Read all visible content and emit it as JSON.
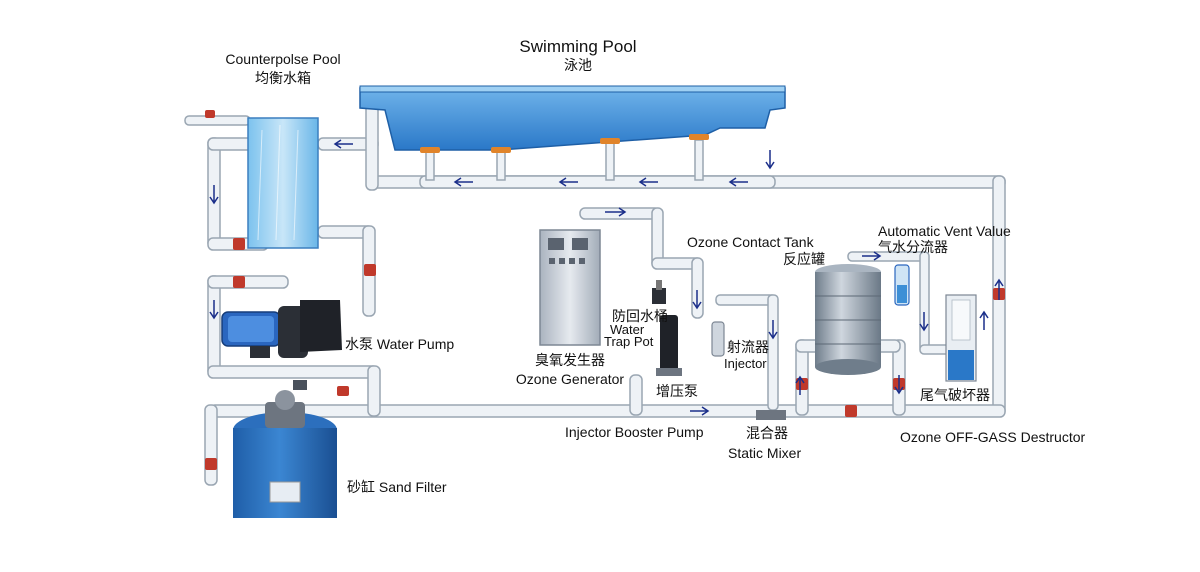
{
  "labels": {
    "swimming_pool_en": "Swimming  Pool",
    "swimming_pool_cn": "泳池",
    "counterpoise_en": "Counterpolse Pool",
    "counterpoise_cn": "均衡水箱",
    "water_pump": "水泵 Water Pump",
    "sand_filter": "砂缸 Sand Filter",
    "ozone_gen_cn": "臭氧发生器",
    "ozone_gen_en": "Ozone Generator",
    "trap_cn": "防回水桶",
    "trap_en1": "Water",
    "trap_en2": "Trap Pot",
    "booster_cn": "增压泵",
    "booster_en": "Injector Booster Pump",
    "injector_cn": "射流器",
    "injector_en": "Injector",
    "mixer_cn": "混合器",
    "mixer_en": "Static Mixer",
    "contact_en": "Ozone Contact Tank",
    "contact_cn": "反应罐",
    "vent_en": "Automatic Vent Value",
    "vent_cn": "气水分流器",
    "destructor_cn": "尾气破坏器",
    "destructor_en": "Ozone OFF-GASS Destructor"
  },
  "colors": {
    "pipe_fill": "#eef2f6",
    "pipe_stroke": "#9aa6b2",
    "water_blue": "#3d8fd6",
    "pool_dark": "#2a78c8",
    "arrow": "#1b2f8a",
    "valve_red": "#c0392b",
    "tank_steel": "#8c9aa8",
    "generator": "#c9cfd8"
  }
}
